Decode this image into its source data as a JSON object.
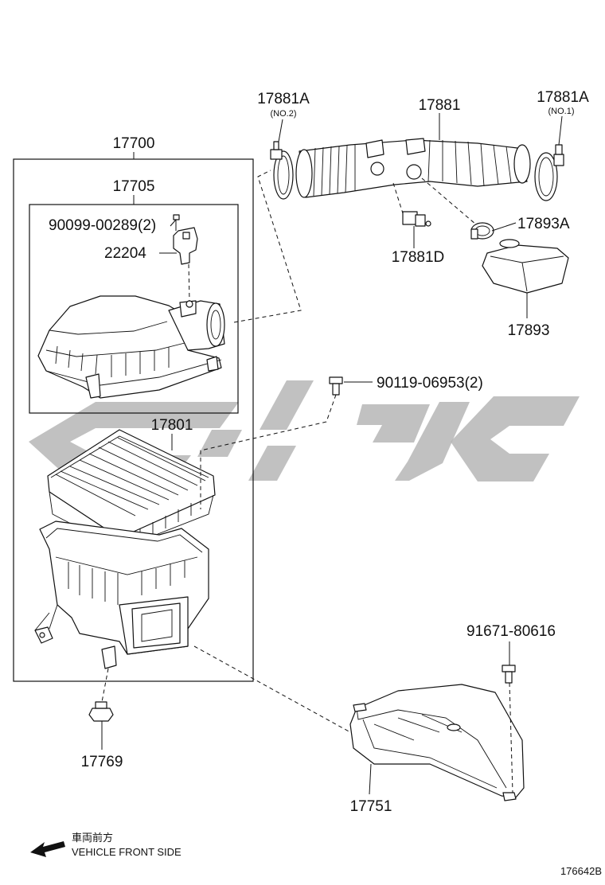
{
  "diagram": {
    "labels": {
      "p17700": "17700",
      "p17705": "17705",
      "p90099": "90099-00289(2)",
      "p22204": "22204",
      "p17801": "17801",
      "p17881A_no2": "17881A",
      "no2": "(NO.2)",
      "p17881": "17881",
      "p17881A_no1": "17881A",
      "no1": "(NO.1)",
      "p17893A": "17893A",
      "p17881D": "17881D",
      "p17893": "17893",
      "p90119": "90119-06953(2)",
      "p91671": "91671-80616",
      "p17769": "17769",
      "p17751": "17751"
    },
    "direction_jp": "車両前方",
    "direction_en": "VEHICLE FRONT SIDE",
    "ref_code": "176642B"
  }
}
